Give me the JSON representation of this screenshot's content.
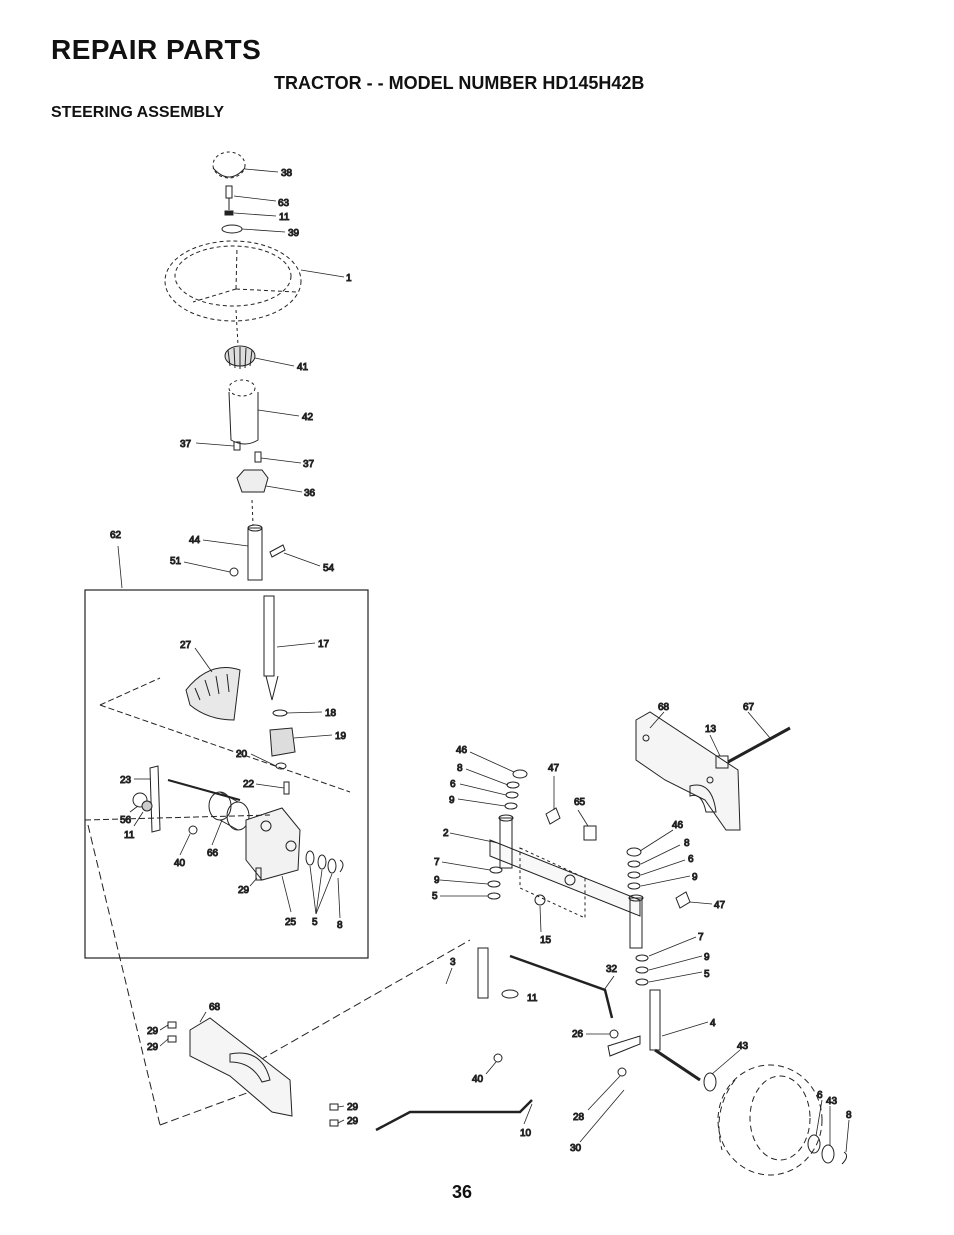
{
  "header": {
    "title": "REPAIR PARTS",
    "subtitle": "TRACTOR - - MODEL NUMBER HD145H42B",
    "section": "STEERING ASSEMBLY"
  },
  "diagram": {
    "callouts": {
      "c38": "38",
      "c63": "63",
      "c11a": "11",
      "c39": "39",
      "c1": "1",
      "c41": "41",
      "c42": "42",
      "c37a": "37",
      "c37b": "37",
      "c36": "36",
      "c62": "62",
      "c44": "44",
      "c51": "51",
      "c54": "54",
      "c27": "27",
      "c17": "17",
      "c18": "18",
      "c19": "19",
      "c20": "20",
      "c22": "22",
      "c23": "23",
      "c56": "56",
      "c11b": "11",
      "c40a": "40",
      "c66": "66",
      "c29a": "29",
      "c25": "25",
      "c5a": "5",
      "c8a": "8",
      "c46a": "46",
      "c8b": "8",
      "c6a": "6",
      "c9a": "9",
      "c47a": "47",
      "c65": "65",
      "c2": "2",
      "c7a": "7",
      "c9b": "9",
      "c5b": "5",
      "c15": "15",
      "c68a": "68",
      "c67": "67",
      "c13": "13",
      "c46b": "46",
      "c8c": "8",
      "c6b": "6",
      "c9c": "9",
      "c47b": "47",
      "c7b": "7",
      "c9d": "9",
      "c5c": "5",
      "c3": "3",
      "c32": "32",
      "c11c": "11",
      "c4": "4",
      "c26": "26",
      "c40b": "40",
      "c68b": "68",
      "c29b": "29",
      "c29c": "29",
      "c29d": "29",
      "c29e": "29",
      "c10": "10",
      "c28": "28",
      "c30": "30",
      "c43a": "43",
      "c6c": "6",
      "c43b": "43",
      "c8d": "8"
    }
  },
  "footer": {
    "page_number": "36"
  }
}
